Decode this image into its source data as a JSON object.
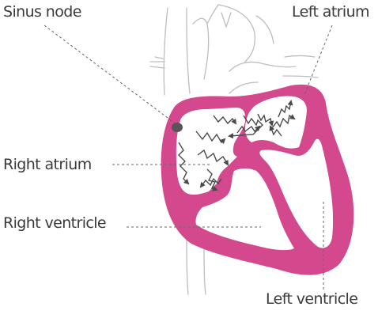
{
  "labels": {
    "sinus_node": "Sinus node",
    "left_atrium": "Left atrium",
    "right_atrium": "Right atrium",
    "right_ventricle": "Right ventricle",
    "left_ventricle": "Left ventricle"
  },
  "colors": {
    "heart_wall": "#d4498d",
    "outline": "#bdbdbd",
    "sinus_node": "#555555",
    "signal": "#4a4a4a",
    "leader_line": "#666666",
    "text": "#3a3a3a"
  },
  "icons": {
    "signal_arrow": "zigzag-arrow-icon",
    "node": "sinus-node-icon"
  }
}
